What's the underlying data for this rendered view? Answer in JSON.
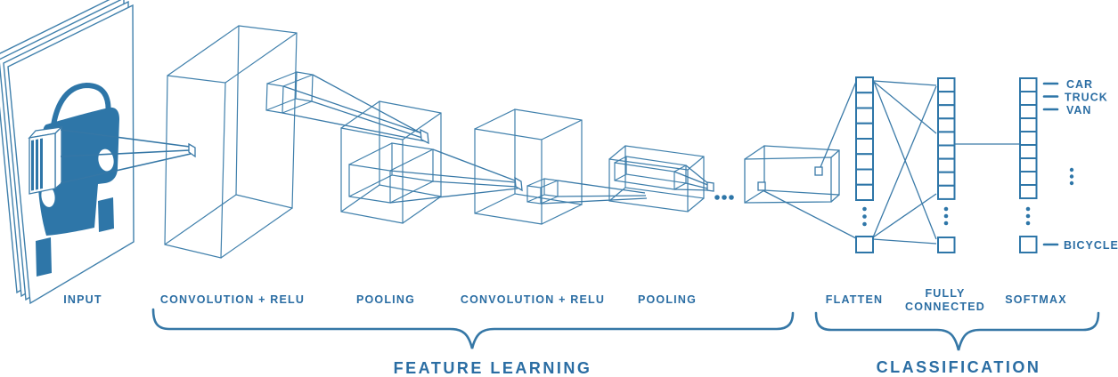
{
  "diagram": {
    "kind": "convolutional-neural-network-architecture",
    "stages": [
      {
        "id": "input",
        "label": "INPUT"
      },
      {
        "id": "conv1",
        "label": "CONVOLUTION + RELU"
      },
      {
        "id": "pool1",
        "label": "POOLING"
      },
      {
        "id": "conv2",
        "label": "CONVOLUTION + RELU"
      },
      {
        "id": "pool2",
        "label": "POOLING"
      },
      {
        "id": "flatten",
        "label": "FLATTEN"
      },
      {
        "id": "fully_connected",
        "label": "FULLY CONNECTED",
        "line1": "FULLY",
        "line2": "CONNECTED"
      },
      {
        "id": "softmax",
        "label": "SOFTMAX"
      }
    ],
    "sections": [
      {
        "id": "feature_learning",
        "label": "FEATURE LEARNING"
      },
      {
        "id": "classification",
        "label": "CLASSIFICATION"
      }
    ],
    "output_classes": [
      {
        "label": "CAR"
      },
      {
        "label": "TRUCK"
      },
      {
        "label": "VAN"
      },
      {
        "label": "BICYCLE"
      }
    ],
    "ellipsis": "...",
    "vectors": {
      "flatten_visible_cells": 8,
      "fully_connected_visible_cells": 9,
      "softmax_visible_cells": 9
    },
    "colors": {
      "wireframe_line": "#4080ac",
      "solid_fill": "#2e76a8",
      "text": "#2a6da3"
    }
  }
}
